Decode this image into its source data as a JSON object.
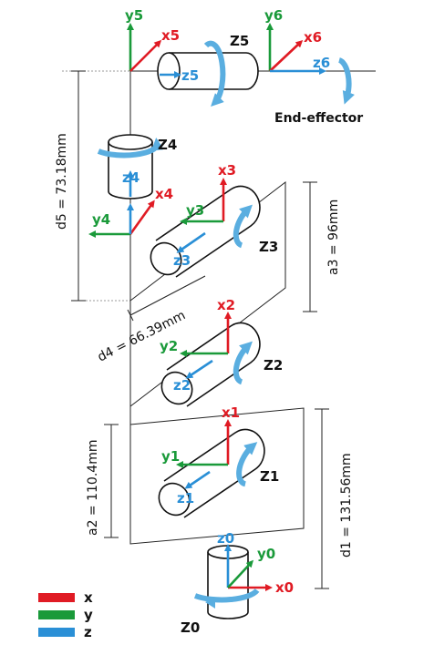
{
  "colors": {
    "x": "#e01b24",
    "y": "#1a9a3a",
    "z": "#2a8fd6",
    "rotation_arrow": "#5aaee0"
  },
  "joints": {
    "z0": "Z0",
    "z1": "Z1",
    "z2": "Z2",
    "z3": "Z3",
    "z4": "Z4",
    "z5": "Z5"
  },
  "end_effector": "End-effector",
  "frames": {
    "f0": {
      "x": "x0",
      "y": "y0",
      "z": "z0"
    },
    "f1": {
      "x": "x1",
      "y": "y1",
      "z": "z1"
    },
    "f2": {
      "x": "x2",
      "y": "y2",
      "z": "z2"
    },
    "f3": {
      "x": "x3",
      "y": "y3",
      "z": "z3"
    },
    "f4": {
      "x": "x4",
      "y": "y4",
      "z": "z4"
    },
    "f5": {
      "x": "x5",
      "y": "y5",
      "z": "z5"
    },
    "f6": {
      "x": "x6",
      "y": "y6",
      "z": "z6"
    }
  },
  "dimensions": {
    "d1": "d1 = 131.56mm",
    "a2": "a2 = 110.4mm",
    "a3": "a3 = 96mm",
    "d4": "d4 = 66.39mm",
    "d5": "d5 = 73.18mm"
  },
  "legend": {
    "x": "x",
    "y": "y",
    "z": "z"
  }
}
